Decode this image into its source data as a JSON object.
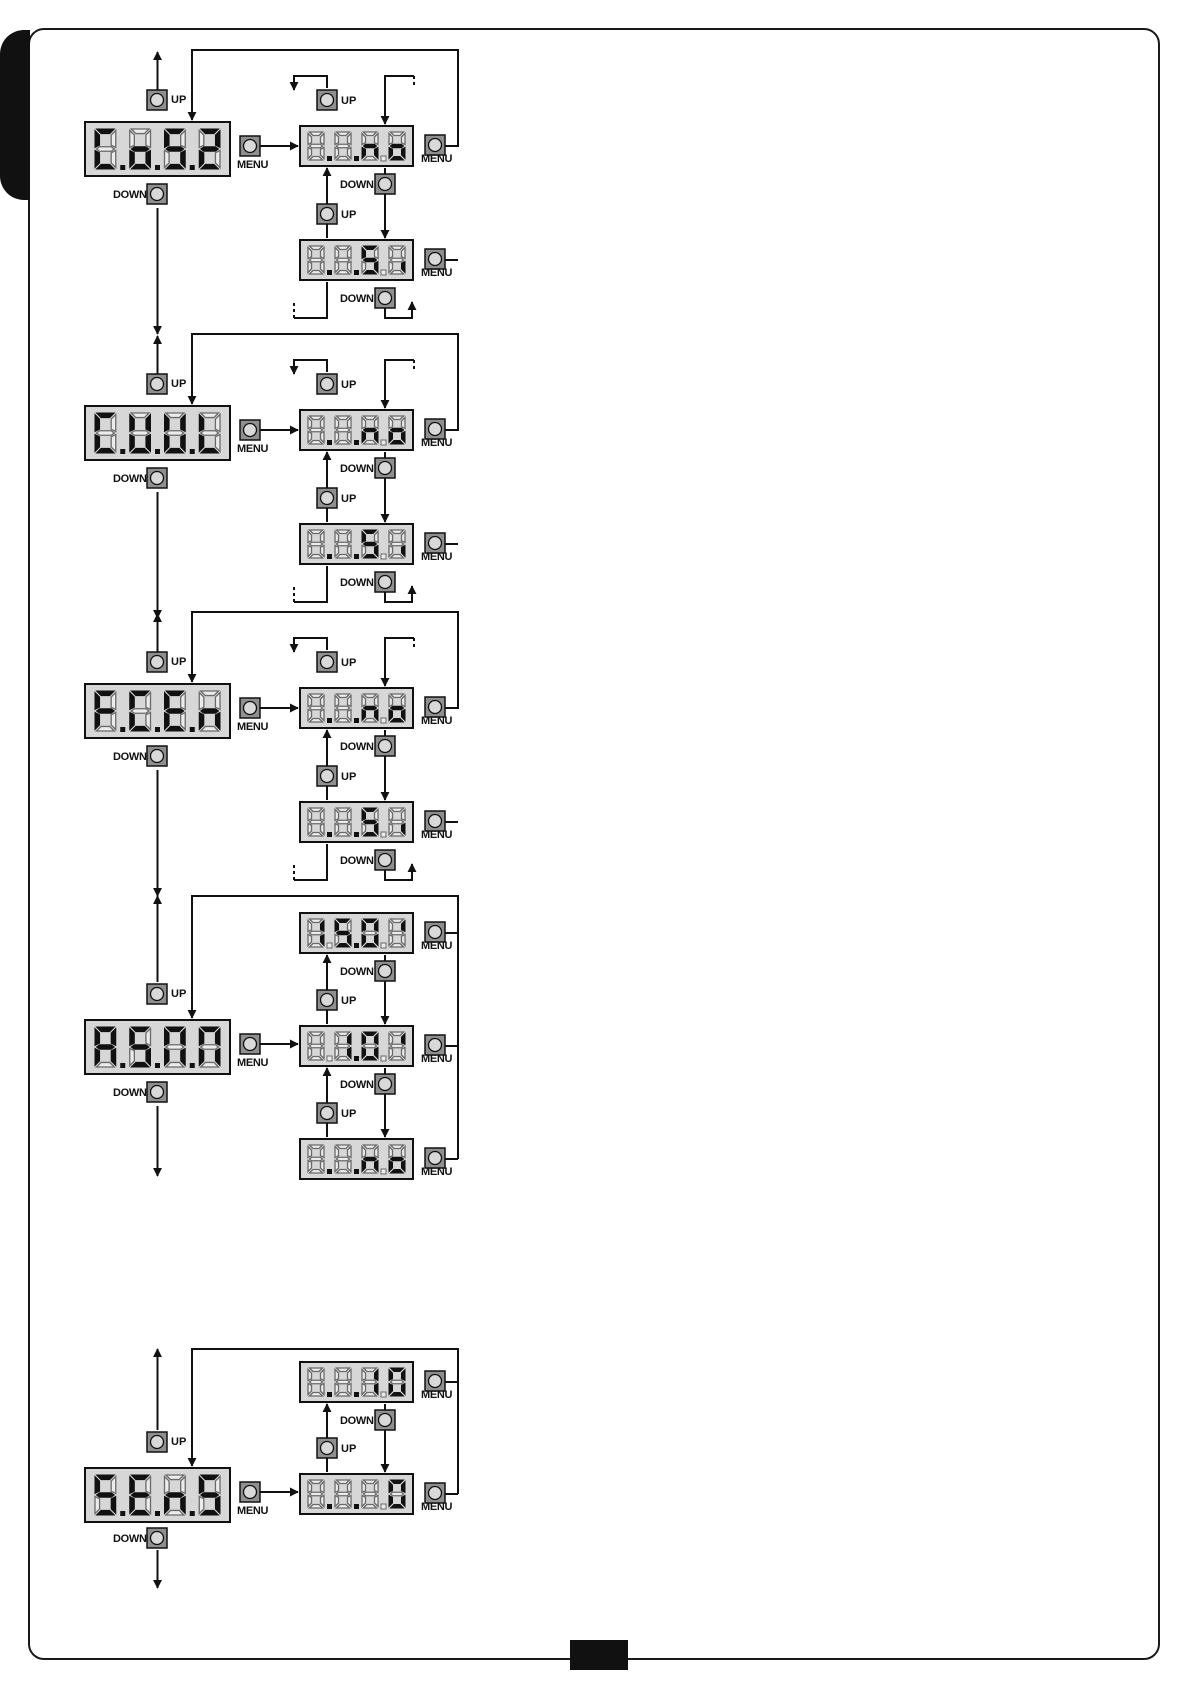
{
  "labels": {
    "up": "UP",
    "down": "DOWN",
    "menu": "MENU"
  },
  "sections": [
    {
      "id": "cos2",
      "layout": "pair",
      "main_display": {
        "chars": [
          "C",
          "o",
          "S",
          "2"
        ],
        "dots": [
          true,
          true,
          true
        ]
      },
      "options": [
        {
          "chars": [
            "",
            "",
            "n",
            "o"
          ],
          "dots": [
            true,
            true,
            false
          ],
          "text": "no"
        },
        {
          "chars": [
            "",
            "",
            "S",
            "i"
          ],
          "dots": [
            true,
            true,
            false
          ],
          "text": "Si"
        }
      ]
    },
    {
      "id": "cvul",
      "layout": "pair",
      "main_display": {
        "chars": [
          "C",
          "V",
          "U",
          "L"
        ],
        "dots": [
          true,
          true,
          true
        ]
      },
      "options": [
        {
          "chars": [
            "",
            "",
            "n",
            "o"
          ],
          "dots": [
            true,
            true,
            false
          ],
          "text": "no"
        },
        {
          "chars": [
            "",
            "",
            "S",
            "i"
          ],
          "dots": [
            true,
            true,
            false
          ],
          "text": "Si"
        }
      ]
    },
    {
      "id": "fcen",
      "layout": "pair",
      "main_display": {
        "chars": [
          "F",
          "C",
          "E",
          "n"
        ],
        "dots": [
          true,
          true,
          true
        ]
      },
      "options": [
        {
          "chars": [
            "",
            "",
            "n",
            "o"
          ],
          "dots": [
            true,
            true,
            false
          ],
          "text": "no"
        },
        {
          "chars": [
            "",
            "",
            "S",
            "i"
          ],
          "dots": [
            true,
            true,
            false
          ],
          "text": "Si"
        }
      ]
    },
    {
      "id": "asm",
      "layout": "triple",
      "main_display": {
        "chars": [
          "A",
          "S",
          "M",
          "M"
        ],
        "dots": [
          true,
          true,
          true
        ]
      },
      "options": [
        {
          "chars": [
            "1",
            "5",
            "0",
            "'"
          ],
          "dots": [
            false,
            true,
            false
          ],
          "text": "15.0'"
        },
        {
          "chars": [
            "",
            "1",
            "0",
            "'"
          ],
          "dots": [
            false,
            true,
            false
          ],
          "text": "1.0'"
        },
        {
          "chars": [
            "",
            "",
            "n",
            "o"
          ],
          "dots": [
            true,
            true,
            false
          ],
          "text": "no"
        }
      ]
    },
    {
      "id": "sens",
      "layout": "range",
      "main_display": {
        "chars": [
          "S",
          "E",
          "n",
          "S"
        ],
        "dots": [
          true,
          true,
          true
        ]
      },
      "options": [
        {
          "chars": [
            "",
            "",
            "1",
            "0"
          ],
          "dots": [
            true,
            true,
            false
          ],
          "text": "10"
        },
        {
          "chars": [
            "",
            "",
            "",
            "0"
          ],
          "dots": [
            true,
            true,
            false
          ],
          "text": "0"
        }
      ]
    }
  ],
  "colors": {
    "line": "#111111",
    "display_bg": "#d7d7d7",
    "button_bg": "#8f8f8f",
    "segment_off": "#ececec"
  }
}
